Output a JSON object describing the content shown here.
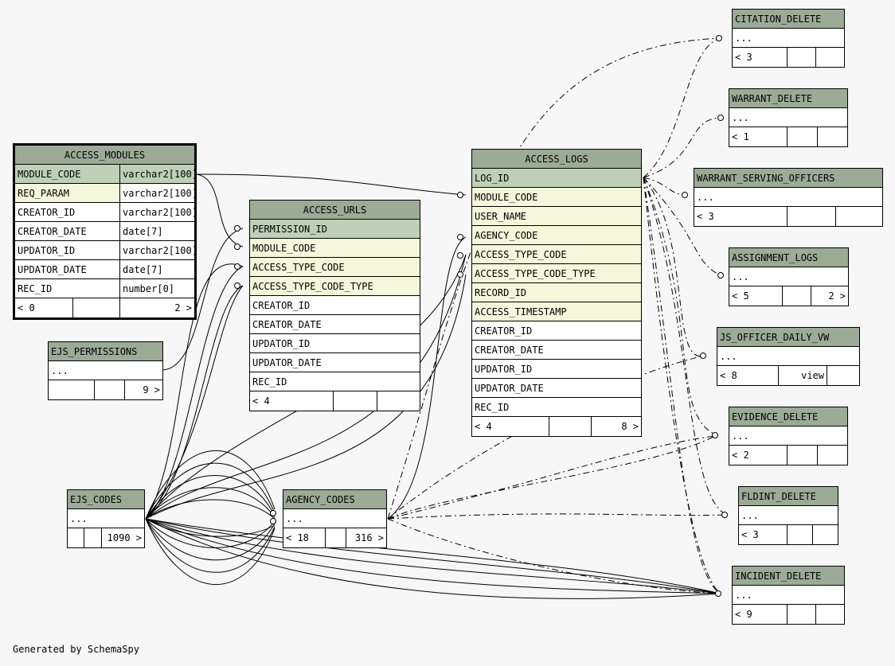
{
  "footer": "Generated by SchemaSpy",
  "tables": {
    "access_modules": {
      "name": "ACCESS_MODULES",
      "columns": [
        {
          "name": "MODULE_CODE",
          "type": "varchar2[100]",
          "role": "pk"
        },
        {
          "name": "REQ_PARAM",
          "type": "varchar2[100]",
          "role": "fk"
        },
        {
          "name": "CREATOR_ID",
          "type": "varchar2[100]",
          "role": ""
        },
        {
          "name": "CREATOR_DATE",
          "type": "date[7]",
          "role": ""
        },
        {
          "name": "UPDATOR_ID",
          "type": "varchar2[100]",
          "role": ""
        },
        {
          "name": "UPDATOR_DATE",
          "type": "date[7]",
          "role": ""
        },
        {
          "name": "REC_ID",
          "type": "number[0]",
          "role": ""
        }
      ],
      "footer": {
        "parents": "< 0",
        "children": "2 >"
      }
    },
    "access_urls": {
      "name": "ACCESS_URLS",
      "columns": [
        {
          "name": "PERMISSION_ID",
          "role": "pk"
        },
        {
          "name": "MODULE_CODE",
          "role": "fk"
        },
        {
          "name": "ACCESS_TYPE_CODE",
          "role": "fk"
        },
        {
          "name": "ACCESS_TYPE_CODE_TYPE",
          "role": "fk"
        },
        {
          "name": "CREATOR_ID",
          "role": ""
        },
        {
          "name": "CREATOR_DATE",
          "role": ""
        },
        {
          "name": "UPDATOR_ID",
          "role": ""
        },
        {
          "name": "UPDATOR_DATE",
          "role": ""
        },
        {
          "name": "REC_ID",
          "role": ""
        }
      ],
      "footer": {
        "parents": "< 4",
        "mid": "",
        "children": ""
      }
    },
    "access_logs": {
      "name": "ACCESS_LOGS",
      "columns": [
        {
          "name": "LOG_ID",
          "role": "pk"
        },
        {
          "name": "MODULE_CODE",
          "role": "fk"
        },
        {
          "name": "USER_NAME",
          "role": "fk"
        },
        {
          "name": "AGENCY_CODE",
          "role": "fk"
        },
        {
          "name": "ACCESS_TYPE_CODE",
          "role": "fk"
        },
        {
          "name": "ACCESS_TYPE_CODE_TYPE",
          "role": "fk"
        },
        {
          "name": "RECORD_ID",
          "role": "fk"
        },
        {
          "name": "ACCESS_TIMESTAMP",
          "role": "fk"
        },
        {
          "name": "CREATOR_ID",
          "role": ""
        },
        {
          "name": "CREATOR_DATE",
          "role": ""
        },
        {
          "name": "UPDATOR_ID",
          "role": ""
        },
        {
          "name": "UPDATOR_DATE",
          "role": ""
        },
        {
          "name": "REC_ID",
          "role": ""
        }
      ],
      "footer": {
        "parents": "< 4",
        "mid": "",
        "children": "8 >"
      }
    },
    "ejs_permissions": {
      "name": "EJS_PERMISSIONS",
      "ellipsis": "...",
      "footer": {
        "parents": "",
        "mid": "",
        "children": "9 >"
      }
    },
    "ejs_codes": {
      "name": "EJS_CODES",
      "ellipsis": "...",
      "footer": {
        "parents": "",
        "mid": "",
        "children": "1090 >"
      }
    },
    "agency_codes": {
      "name": "AGENCY_CODES",
      "ellipsis": "...",
      "footer": {
        "parents": "< 18",
        "mid": "",
        "children": "316 >"
      }
    },
    "citation_delete": {
      "name": "CITATION_DELETE",
      "ellipsis": "...",
      "footer": {
        "parents": "< 3",
        "mid": "",
        "children": ""
      }
    },
    "warrant_delete": {
      "name": "WARRANT_DELETE",
      "ellipsis": "...",
      "footer": {
        "parents": "< 1",
        "mid": "",
        "children": ""
      }
    },
    "warrant_serving_officers": {
      "name": "WARRANT_SERVING_OFFICERS",
      "ellipsis": "...",
      "footer": {
        "parents": "< 3",
        "mid": "",
        "children": ""
      }
    },
    "assignment_logs": {
      "name": "ASSIGNMENT_LOGS",
      "ellipsis": "...",
      "footer": {
        "parents": "< 5",
        "mid": "",
        "children": "2 >"
      }
    },
    "js_officer_daily_vw": {
      "name": "JS_OFFICER_DAILY_VW",
      "ellipsis": "...",
      "footer": {
        "parents": "< 8",
        "mid": "view",
        "children": ""
      }
    },
    "evidence_delete": {
      "name": "EVIDENCE_DELETE",
      "ellipsis": "...",
      "footer": {
        "parents": "< 2",
        "mid": "",
        "children": ""
      }
    },
    "fldint_delete": {
      "name": "FLDINT_DELETE",
      "ellipsis": "...",
      "footer": {
        "parents": "< 3",
        "mid": "",
        "children": ""
      }
    },
    "incident_delete": {
      "name": "INCIDENT_DELETE",
      "ellipsis": "...",
      "footer": {
        "parents": "< 9",
        "mid": "",
        "children": ""
      }
    }
  }
}
